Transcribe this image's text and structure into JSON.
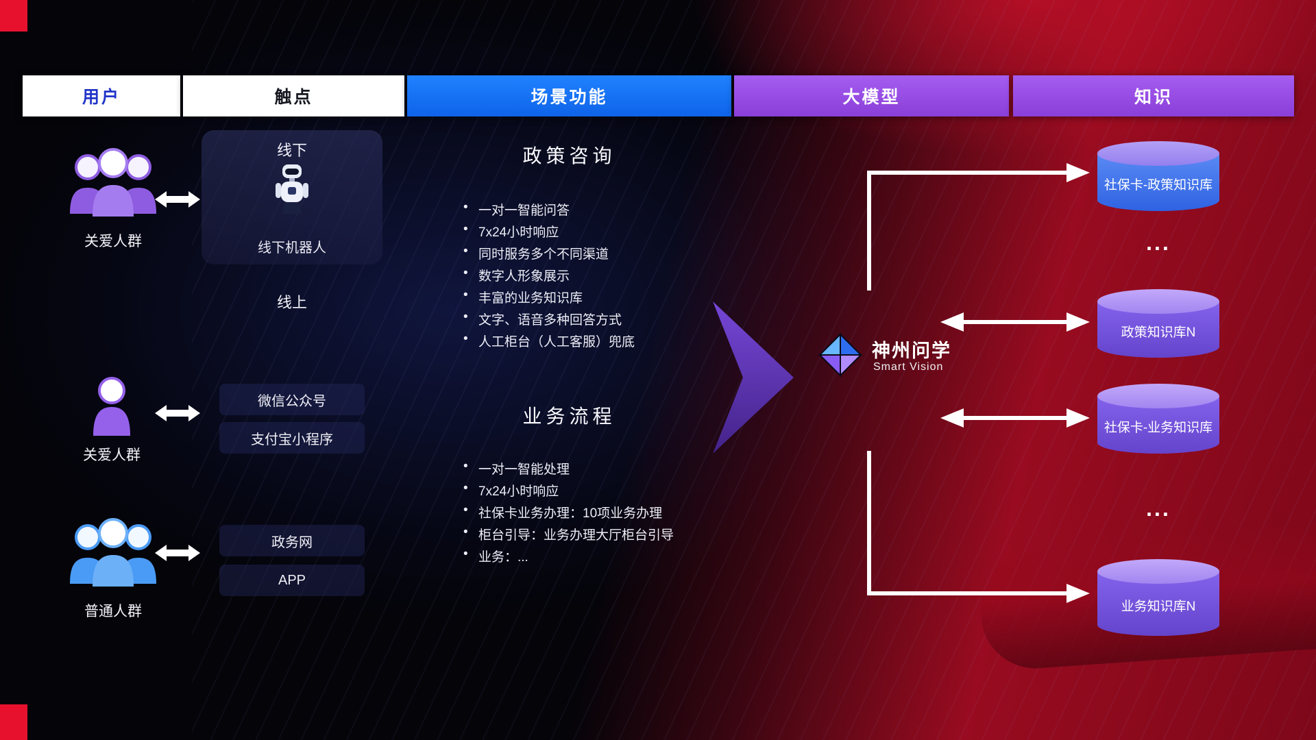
{
  "header": {
    "columns": [
      {
        "label": "用户"
      },
      {
        "label": "触点"
      },
      {
        "label": "场景功能"
      },
      {
        "label": "大模型"
      },
      {
        "label": "知识"
      }
    ]
  },
  "users": [
    {
      "label": "关爱人群",
      "icon": "people-group-icon"
    },
    {
      "label": "关爱人群",
      "icon": "person-icon"
    },
    {
      "label": "普通人群",
      "icon": "people-group-icon"
    }
  ],
  "touchpoints": {
    "offline": {
      "title": "线下",
      "robot_icon": "robot-icon",
      "robot_label": "线下机器人"
    },
    "online_title": "线上",
    "channels": [
      "微信公众号",
      "支付宝小程序",
      "政务网",
      "APP"
    ]
  },
  "scenes": [
    {
      "title": "政策咨询",
      "bullets": [
        "一对一智能问答",
        "7x24小时响应",
        "同时服务多个不同渠道",
        "数字人形象展示",
        "丰富的业务知识库",
        "文字、语音多种回答方式",
        "人工柜台（人工客服）兜底"
      ]
    },
    {
      "title": "业务流程",
      "bullets": [
        "一对一智能处理",
        "7x24小时响应",
        "社保卡业务办理：10项业务办理",
        "柜台引导：业务办理大厅柜台引导",
        "业务：..."
      ]
    }
  ],
  "model": {
    "name": "神州问学",
    "subtitle": "Smart Vision",
    "logo_icon": "gem-icon"
  },
  "knowledge": {
    "cylinders": [
      {
        "label": "社保卡-政策知识库",
        "color": "blue"
      },
      {
        "label": "政策知识库N",
        "color": "purple"
      },
      {
        "label": "社保卡-业务知识库",
        "color": "purple"
      },
      {
        "label": "业务知识库N",
        "color": "purple"
      }
    ],
    "ellipsis_top": "...",
    "ellipsis_bottom": "..."
  },
  "colors": {
    "scene_header_bg": "#1473f5",
    "model_header_bg": "#9b4fe0",
    "knowledge_header_bg": "#9b4fe0",
    "user_header_text": "#2135c8",
    "accent_purple": "#7a4ae0",
    "accent_blue": "#3b7cf6",
    "people_purple": "#8e5ce0",
    "people_blue": "#4a9bf5",
    "connector_white": "#ffffff",
    "background_red": "#a50f25"
  }
}
